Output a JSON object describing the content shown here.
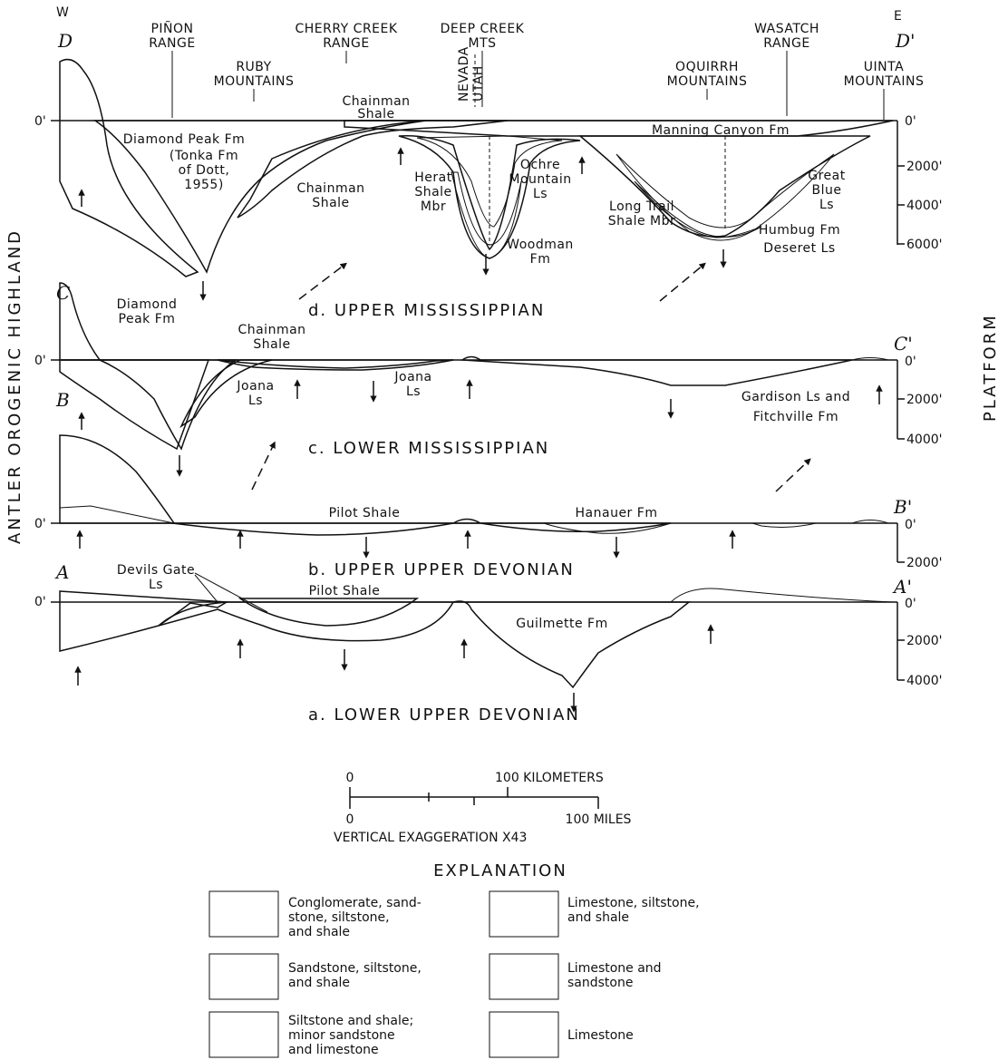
{
  "directions": {
    "west": "W",
    "east": "E"
  },
  "places": {
    "pinon": [
      "PIÑON",
      "RANGE"
    ],
    "ruby": [
      "RUBY",
      "MOUNTAINS"
    ],
    "cherry": [
      "CHERRY CREEK",
      "RANGE"
    ],
    "deep": [
      "DEEP CREEK",
      "MTS"
    ],
    "nevada": "NEVADA",
    "utah": "UTAH",
    "wasatch": [
      "WASATCH",
      "RANGE"
    ],
    "oquirrh": [
      "OQUIRRH",
      "MOUNTAINS"
    ],
    "uinta": [
      "UINTA",
      "MOUNTAINS"
    ]
  },
  "side_labels": {
    "left": "ANTLER OROGENIC HIGHLAND",
    "right": "PLATFORM"
  },
  "sections": {
    "d": {
      "start": "D",
      "end": "D'",
      "caption": "d. UPPER MISSISSIPPIAN"
    },
    "c": {
      "start": "C",
      "end": "C'",
      "caption": "c. LOWER MISSISSIPPIAN"
    },
    "b": {
      "start": "B",
      "end": "B'",
      "caption": "b. UPPER UPPER DEVONIAN"
    },
    "a": {
      "start": "A",
      "end": "A'",
      "caption": "a. LOWER UPPER DEVONIAN"
    }
  },
  "depth_labels": {
    "zero": "0'",
    "d": [
      "2000'",
      "4000'",
      "6000'"
    ],
    "c": [
      "2000'",
      "4000'"
    ],
    "b": [
      "2000'"
    ],
    "a": [
      "2000'",
      "4000'"
    ]
  },
  "units": {
    "d": {
      "diamond_peak": "Diamond Peak Fm",
      "tonka1": "(Tonka Fm",
      "tonka2": "of Dott,",
      "tonka3": "1955)",
      "chainman_top1": "Chainman",
      "chainman_top2": "Shale",
      "chainman_low1": "Chainman",
      "chainman_low2": "Shale",
      "manning": "Manning Canyon Fm",
      "herat1": "Herat",
      "herat2": "Shale",
      "herat3": "Mbr",
      "ochre1": "Ochre",
      "ochre2": "Mountain",
      "ochre3": "Ls",
      "woodman1": "Woodman",
      "woodman2": "Fm",
      "long_trail1": "Long Trail",
      "long_trail2": "Shale Mbr",
      "great_blue1": "Great",
      "great_blue2": "Blue",
      "great_blue3": "Ls",
      "humbug": "Humbug Fm",
      "deseret": "Deseret Ls"
    },
    "c": {
      "diamond1": "Diamond",
      "diamond2": "Peak Fm",
      "chainman1": "Chainman",
      "chainman2": "Shale",
      "joana1a": "Joana",
      "joana1b": "Ls",
      "joana2a": "Joana",
      "joana2b": "Ls",
      "gardison1": "Gardison Ls and",
      "gardison2": "Fitchville Fm"
    },
    "b": {
      "pilot": "Pilot Shale",
      "hanauer": "Hanauer Fm"
    },
    "a": {
      "devils1": "Devils Gate",
      "devils2": "Ls",
      "pilot": "Pilot Shale",
      "guilmette": "Guilmette Fm"
    }
  },
  "scale": {
    "km_zero": "0",
    "km_label": "100 KILOMETERS",
    "mi_zero": "0",
    "mi_label": "100 MILES",
    "exaggeration": "VERTICAL EXAGGERATION X43"
  },
  "explanation": {
    "title": "EXPLANATION",
    "items": [
      {
        "lines": [
          "Conglomerate, sand-",
          "stone, siltstone,",
          "and shale"
        ],
        "pattern": "diag-back"
      },
      {
        "lines": [
          "Sandstone, siltstone,",
          "and shale"
        ],
        "pattern": "stipple"
      },
      {
        "lines": [
          "Siltstone and shale;",
          "minor sandstone",
          "and limestone"
        ],
        "pattern": "fine-dots"
      },
      {
        "lines": [
          "Limestone, siltstone,",
          "and shale"
        ],
        "pattern": "dense-stipple"
      },
      {
        "lines": [
          "Limestone and",
          "sandstone"
        ],
        "pattern": "grid-dots"
      },
      {
        "lines": [
          "Limestone"
        ],
        "pattern": "diag-fwd"
      }
    ]
  }
}
